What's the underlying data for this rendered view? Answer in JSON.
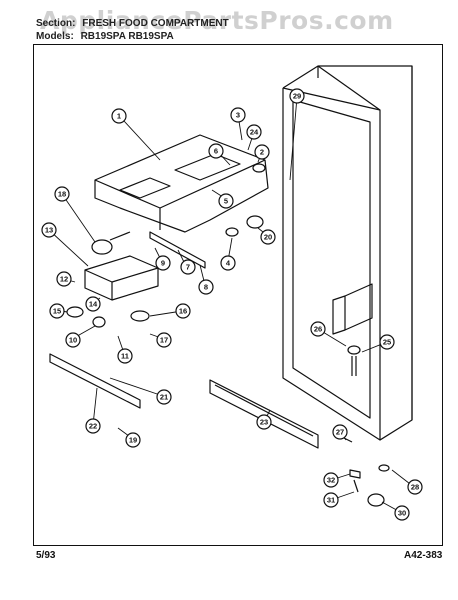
{
  "header": {
    "section_label": "Section:",
    "section_value": "FRESH FOOD COMPARTMENT",
    "models_label": "Models:",
    "models_value": "RB19SPA    RB19SPA"
  },
  "watermark": "AppliancePartsPros.com",
  "footer": {
    "date": "5/93",
    "code": "A42-383"
  },
  "callouts": [
    "1",
    "2",
    "3",
    "4",
    "5",
    "6",
    "7",
    "8",
    "9",
    "10",
    "11",
    "12",
    "13",
    "14",
    "15",
    "16",
    "17",
    "18",
    "19",
    "20",
    "21",
    "22",
    "23",
    "24",
    "25",
    "26",
    "27",
    "28",
    "29",
    "30",
    "31",
    "32"
  ]
}
